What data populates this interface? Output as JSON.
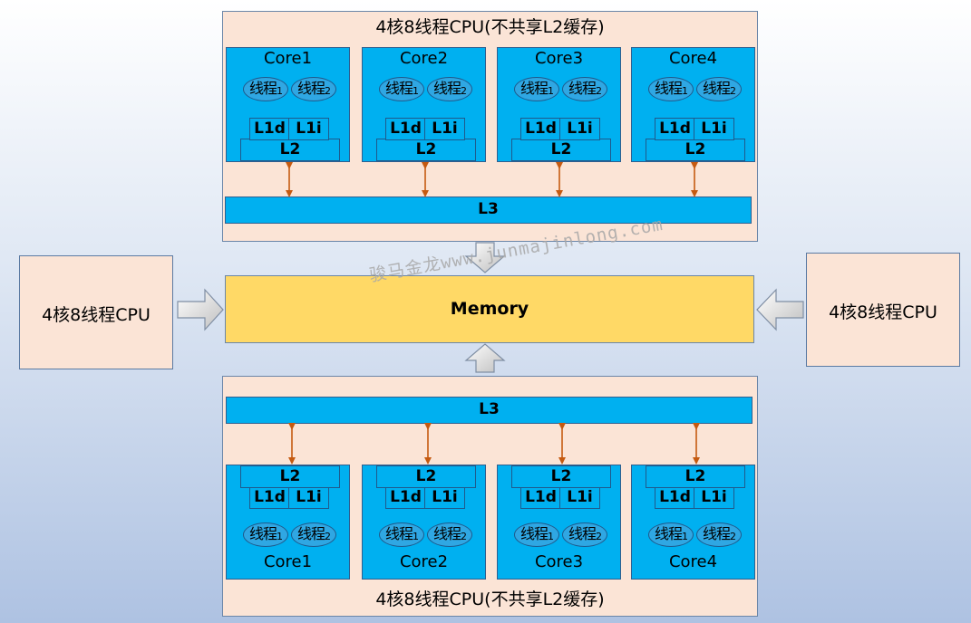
{
  "top_cpu": {
    "title": "4核8线程CPU(不共享L2缓存)",
    "cores": [
      {
        "name": "Core1",
        "t1": "线程",
        "t1n": "1",
        "t2": "线程",
        "t2n": "2",
        "l1d": "L1d",
        "l1i": "L1i",
        "l2": "L2"
      },
      {
        "name": "Core2",
        "t1": "线程",
        "t1n": "1",
        "t2": "线程",
        "t2n": "2",
        "l1d": "L1d",
        "l1i": "L1i",
        "l2": "L2"
      },
      {
        "name": "Core3",
        "t1": "线程",
        "t1n": "1",
        "t2": "线程",
        "t2n": "2",
        "l1d": "L1d",
        "l1i": "L1i",
        "l2": "L2"
      },
      {
        "name": "Core4",
        "t1": "线程",
        "t1n": "1",
        "t2": "线程",
        "t2n": "2",
        "l1d": "L1d",
        "l1i": "L1i",
        "l2": "L2"
      }
    ],
    "l3": "L3"
  },
  "bottom_cpu": {
    "title": "4核8线程CPU(不共享L2缓存)",
    "cores": [
      {
        "name": "Core1",
        "t1": "线程",
        "t1n": "1",
        "t2": "线程",
        "t2n": "2",
        "l1d": "L1d",
        "l1i": "L1i",
        "l2": "L2"
      },
      {
        "name": "Core2",
        "t1": "线程",
        "t1n": "1",
        "t2": "线程",
        "t2n": "2",
        "l1d": "L1d",
        "l1i": "L1i",
        "l2": "L2"
      },
      {
        "name": "Core3",
        "t1": "线程",
        "t1n": "1",
        "t2": "线程",
        "t2n": "2",
        "l1d": "L1d",
        "l1i": "L1i",
        "l2": "L2"
      },
      {
        "name": "Core4",
        "t1": "线程",
        "t1n": "1",
        "t2": "线程",
        "t2n": "2",
        "l1d": "L1d",
        "l1i": "L1i",
        "l2": "L2"
      }
    ],
    "l3": "L3"
  },
  "memory": "Memory",
  "left_cpu": "4核8线程CPU",
  "right_cpu": "4核8线程CPU",
  "watermark": "骏马金龙www.junmajinlong.com",
  "colors": {
    "cpu_fill": "#fbe4d6",
    "core_fill": "#00b0f0",
    "memory_fill": "#ffd966",
    "link_arrow": "#c55a11",
    "block_arrow": "#d9d9d9"
  }
}
